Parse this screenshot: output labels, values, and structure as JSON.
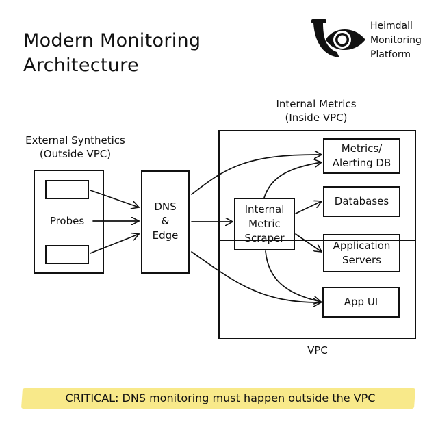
{
  "title": {
    "line1": "Modern Monitoring",
    "line2": "Architecture"
  },
  "brand": {
    "logo_icon": "horn-eye-icon",
    "line1": "Heimdall",
    "line2": "Monitoring",
    "line3": "Platform"
  },
  "external": {
    "label_line1": "External Synthetics",
    "label_line2": "(Outside VPC)",
    "probes_label": "Probes"
  },
  "edge": {
    "line1": "DNS",
    "line2": "&",
    "line3": "Edge"
  },
  "internal": {
    "label_line1": "Internal Metrics",
    "label_line2": "(Inside VPC)",
    "vpc_label": "VPC",
    "scraper": {
      "line1": "Internal",
      "line2": "Metric",
      "line3": "Scraper"
    },
    "targets": [
      {
        "line1": "Metrics/",
        "line2": "Alerting DB"
      },
      {
        "line1": "Databases",
        "line2": ""
      },
      {
        "line1": "Application",
        "line2": "Servers"
      },
      {
        "line1": "App UI",
        "line2": ""
      }
    ]
  },
  "callout": {
    "text": "CRITICAL: DNS monitoring must happen outside the VPC",
    "highlight_color": "#f8e98a"
  }
}
